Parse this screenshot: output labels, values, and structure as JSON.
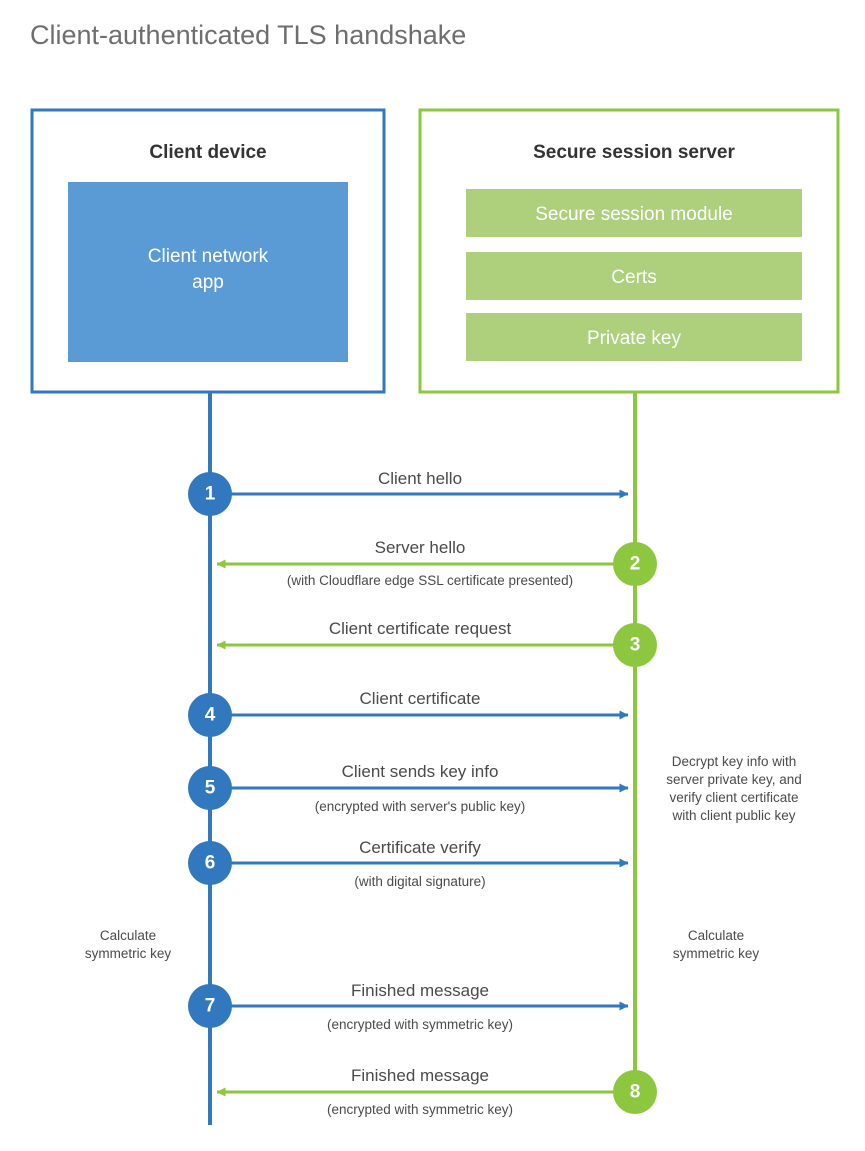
{
  "title": "Client-authenticated TLS handshake",
  "colors": {
    "client_blue": "#3178be",
    "client_app_fill": "#5b9bd5",
    "server_green": "#8dc63f",
    "server_bar_fill": "#aed07d",
    "text": "#4a4a4a",
    "title_text": "#6e6e6e",
    "heading_text": "#333333"
  },
  "actors": {
    "client": {
      "title": "Client device",
      "components": [
        {
          "label": "Client network\napp",
          "line1": "Client network",
          "line2": "app"
        }
      ],
      "note": {
        "line1": "Calculate",
        "line2": "symmetric key"
      }
    },
    "server": {
      "title": "Secure session server",
      "components": [
        {
          "label": "Secure session module"
        },
        {
          "label": "Certs"
        },
        {
          "label": "Private key"
        }
      ],
      "note": {
        "line1": "Calculate",
        "line2": "symmetric key"
      },
      "process_note": {
        "lines": [
          "Decrypt key info with",
          "server private key, and",
          "verify client certificate",
          "with client public key"
        ]
      }
    }
  },
  "steps": [
    {
      "number": "1",
      "label": "Client hello",
      "sublabel": "",
      "direction": "client-to-server",
      "color": "#3178be"
    },
    {
      "number": "2",
      "label": "Server hello",
      "sublabel": "(with Cloudflare edge SSL certificate presented)",
      "direction": "server-to-client",
      "color": "#8dc63f"
    },
    {
      "number": "3",
      "label": "Client certificate request",
      "sublabel": "",
      "direction": "server-to-client",
      "color": "#8dc63f"
    },
    {
      "number": "4",
      "label": "Client certificate",
      "sublabel": "",
      "direction": "client-to-server",
      "color": "#3178be"
    },
    {
      "number": "5",
      "label": "Client sends key info",
      "sublabel": "(encrypted with server's public key)",
      "direction": "client-to-server",
      "color": "#3178be"
    },
    {
      "number": "6",
      "label": "Certificate verify",
      "sublabel": "(with digital signature)",
      "direction": "client-to-server",
      "color": "#3178be"
    },
    {
      "number": "7",
      "label": "Finished message",
      "sublabel": "(encrypted with symmetric key)",
      "direction": "client-to-server",
      "color": "#3178be"
    },
    {
      "number": "8",
      "label": "Finished message",
      "sublabel": "(encrypted with symmetric key)",
      "direction": "server-to-client",
      "color": "#8dc63f"
    }
  ]
}
